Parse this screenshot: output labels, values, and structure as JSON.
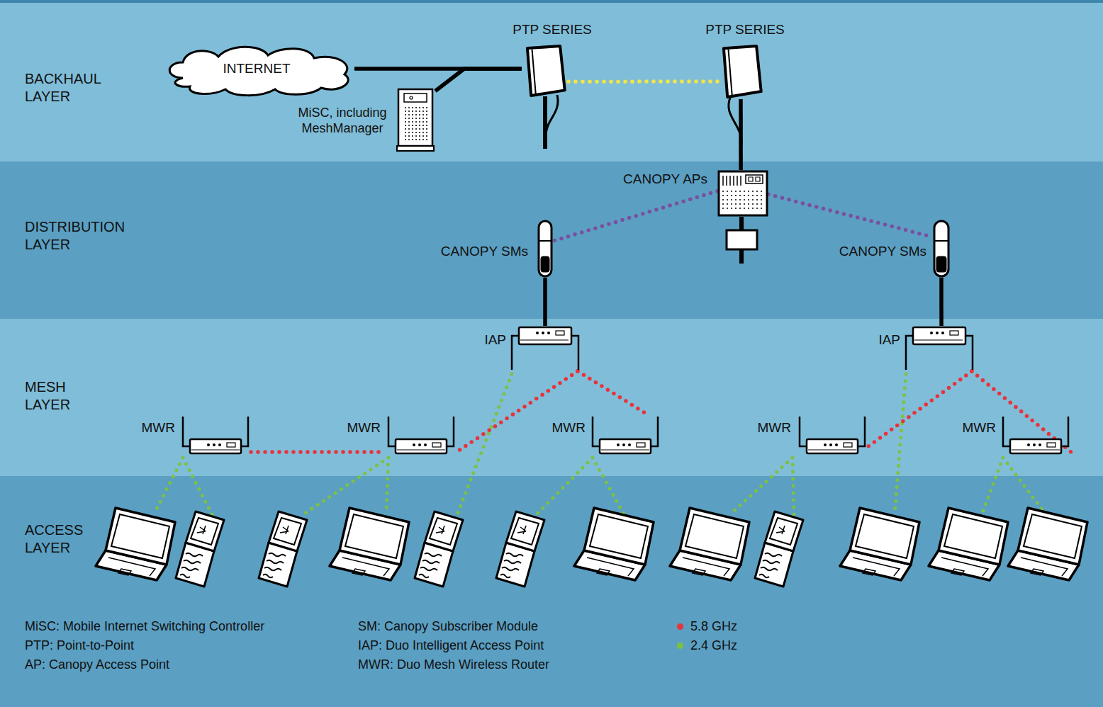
{
  "diagram": {
    "nodes": [
      {
        "text": [
          "BACKHAUL LAYER"
        ]
      },
      {
        "text": [
          "INTERNET"
        ],
        "in": 0
      },
      {
        "text": [
          "MiSC, including MeshManager"
        ],
        "in": 0
      },
      {
        "text": [
          "PTP SERIES"
        ],
        "in": 0
      },
      {
        "text": [
          "PTP SERIES"
        ],
        "in": 0
      },
      {
        "text": [
          "DISTRIBUTION LAYER"
        ]
      },
      {
        "text": [
          "CANOPY APs"
        ],
        "in": 5
      },
      {
        "text": [
          "CANOPY SMs"
        ],
        "in": 5
      },
      {
        "text": [
          "CANOPY SMs"
        ],
        "in": 5
      },
      {
        "text": [
          "MESH LAYER"
        ]
      },
      {
        "text": [
          "IAP"
        ],
        "in": 9
      },
      {
        "text": [
          "IAP"
        ],
        "in": 9
      },
      {
        "text": [
          "MWR"
        ],
        "in": 9
      },
      {
        "text": [
          "MWR"
        ],
        "in": 9
      },
      {
        "text": [
          "MWR"
        ],
        "in": 9
      },
      {
        "text": [
          "MWR"
        ],
        "in": 9
      },
      {
        "text": [
          "MWR"
        ],
        "in": 9
      },
      {
        "text": [
          "ACCESS LAYER"
        ]
      }
    ],
    "edges": [
      {
        "from": 1,
        "to": 3,
        "arrow": "none"
      },
      {
        "from": 2,
        "to": 3,
        "arrow": "none"
      },
      {
        "from": 3,
        "to": 4,
        "arrow": "none"
      },
      {
        "from": 4,
        "to": 6,
        "arrow": "none"
      },
      {
        "from": 6,
        "to": 7,
        "arrow": "none"
      },
      {
        "from": 6,
        "to": 8,
        "arrow": "none"
      },
      {
        "from": 7,
        "to": 10,
        "arrow": "none"
      },
      {
        "from": 8,
        "to": 11,
        "arrow": "none"
      },
      {
        "from": 10,
        "to": 13,
        "arrow": "none"
      },
      {
        "from": 10,
        "to": 14,
        "arrow": "none"
      },
      {
        "from": 12,
        "to": 13,
        "arrow": "none"
      },
      {
        "from": 11,
        "to": 15,
        "arrow": "none"
      },
      {
        "from": 11,
        "to": 16,
        "arrow": "none"
      }
    ],
    "labels": [
      "MiSC: Mobile Internet Switching Controller",
      "SM: Canopy Subscriber Module",
      "PTP: Point-to-Point",
      "IAP: Duo Intelligent Access Point",
      "AP: Canopy Access Point",
      "MWR: Duo Mesh Wireless Router"
    ],
    "legend": [
      {
        "text": "5.8 GHz",
        "color": "#e8323c"
      },
      {
        "text": "2.4 GHz",
        "color": "#7cc242"
      }
    ]
  }
}
